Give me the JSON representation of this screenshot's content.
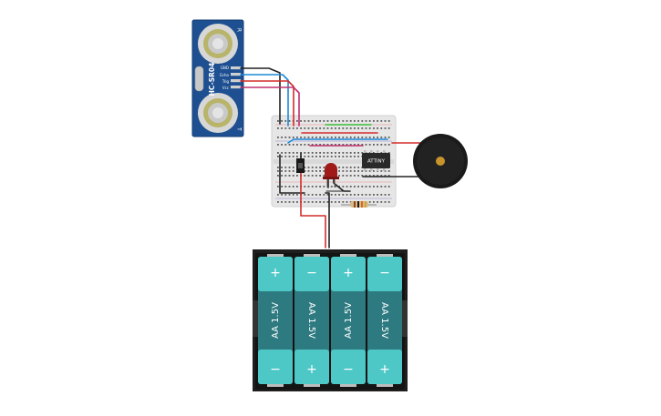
{
  "sensor": {
    "name": "HC-SR04",
    "pins": [
      "GND",
      "Echo",
      "Trig",
      "Vcc"
    ],
    "mark": "R",
    "mark2": "T"
  },
  "chip": {
    "label": "ATTINY"
  },
  "batteries": [
    {
      "label": "AA 1.5V",
      "top_sign": "+",
      "bottom_sign": "−"
    },
    {
      "label": "AA 1.5V",
      "top_sign": "−",
      "bottom_sign": "+"
    },
    {
      "label": "AA 1.5V",
      "top_sign": "+",
      "bottom_sign": "−"
    },
    {
      "label": "AA 1.5V",
      "top_sign": "−",
      "bottom_sign": "+"
    }
  ],
  "colors": {
    "wire_red": "#d42b2b",
    "wire_blue": "#1c8ad6",
    "wire_pink": "#c0306e",
    "wire_black": "#222222",
    "wire_green": "#3dbb35",
    "battery_teal": "#2d7a80",
    "battery_cap": "#4ec7c7",
    "sensor_blue": "#1d4f91",
    "breadboard": "#e6e6e6",
    "buzzer": "#1a1a1a",
    "led": "#a11a1a"
  }
}
